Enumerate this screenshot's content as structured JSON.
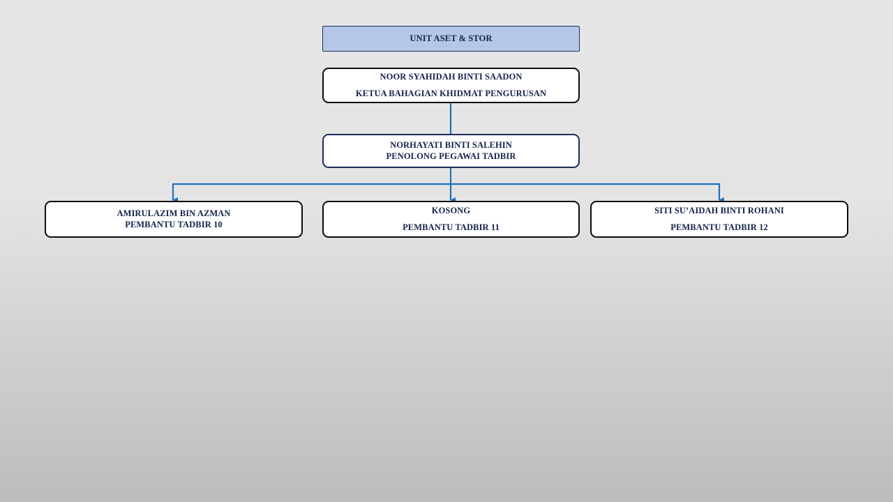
{
  "unit": {
    "title": "UNIT ASET & STOR"
  },
  "head": {
    "name": "NOOR SYAHIDAH BINTI SAADON",
    "role": "KETUA BAHAGIAN KHIDMAT PENGURUSAN"
  },
  "assistant": {
    "name": "NORHAYATI BINTI SALEHIN",
    "role": "PENOLONG PEGAWAI TADBIR"
  },
  "staff": [
    {
      "name": "AMIRULAZIM BIN AZMAN",
      "role": "PEMBANTU TADBIR 10"
    },
    {
      "name": "KOSONG",
      "role": "PEMBANTU TADBIR 11"
    },
    {
      "name": "SITI SU’AIDAH BINTI ROHANI",
      "role": "PEMBANTU TADBIR 12"
    }
  ],
  "colors": {
    "connector": "#1f6fbf",
    "unit_fill": "#b4c7e7",
    "text": "#14234b"
  }
}
